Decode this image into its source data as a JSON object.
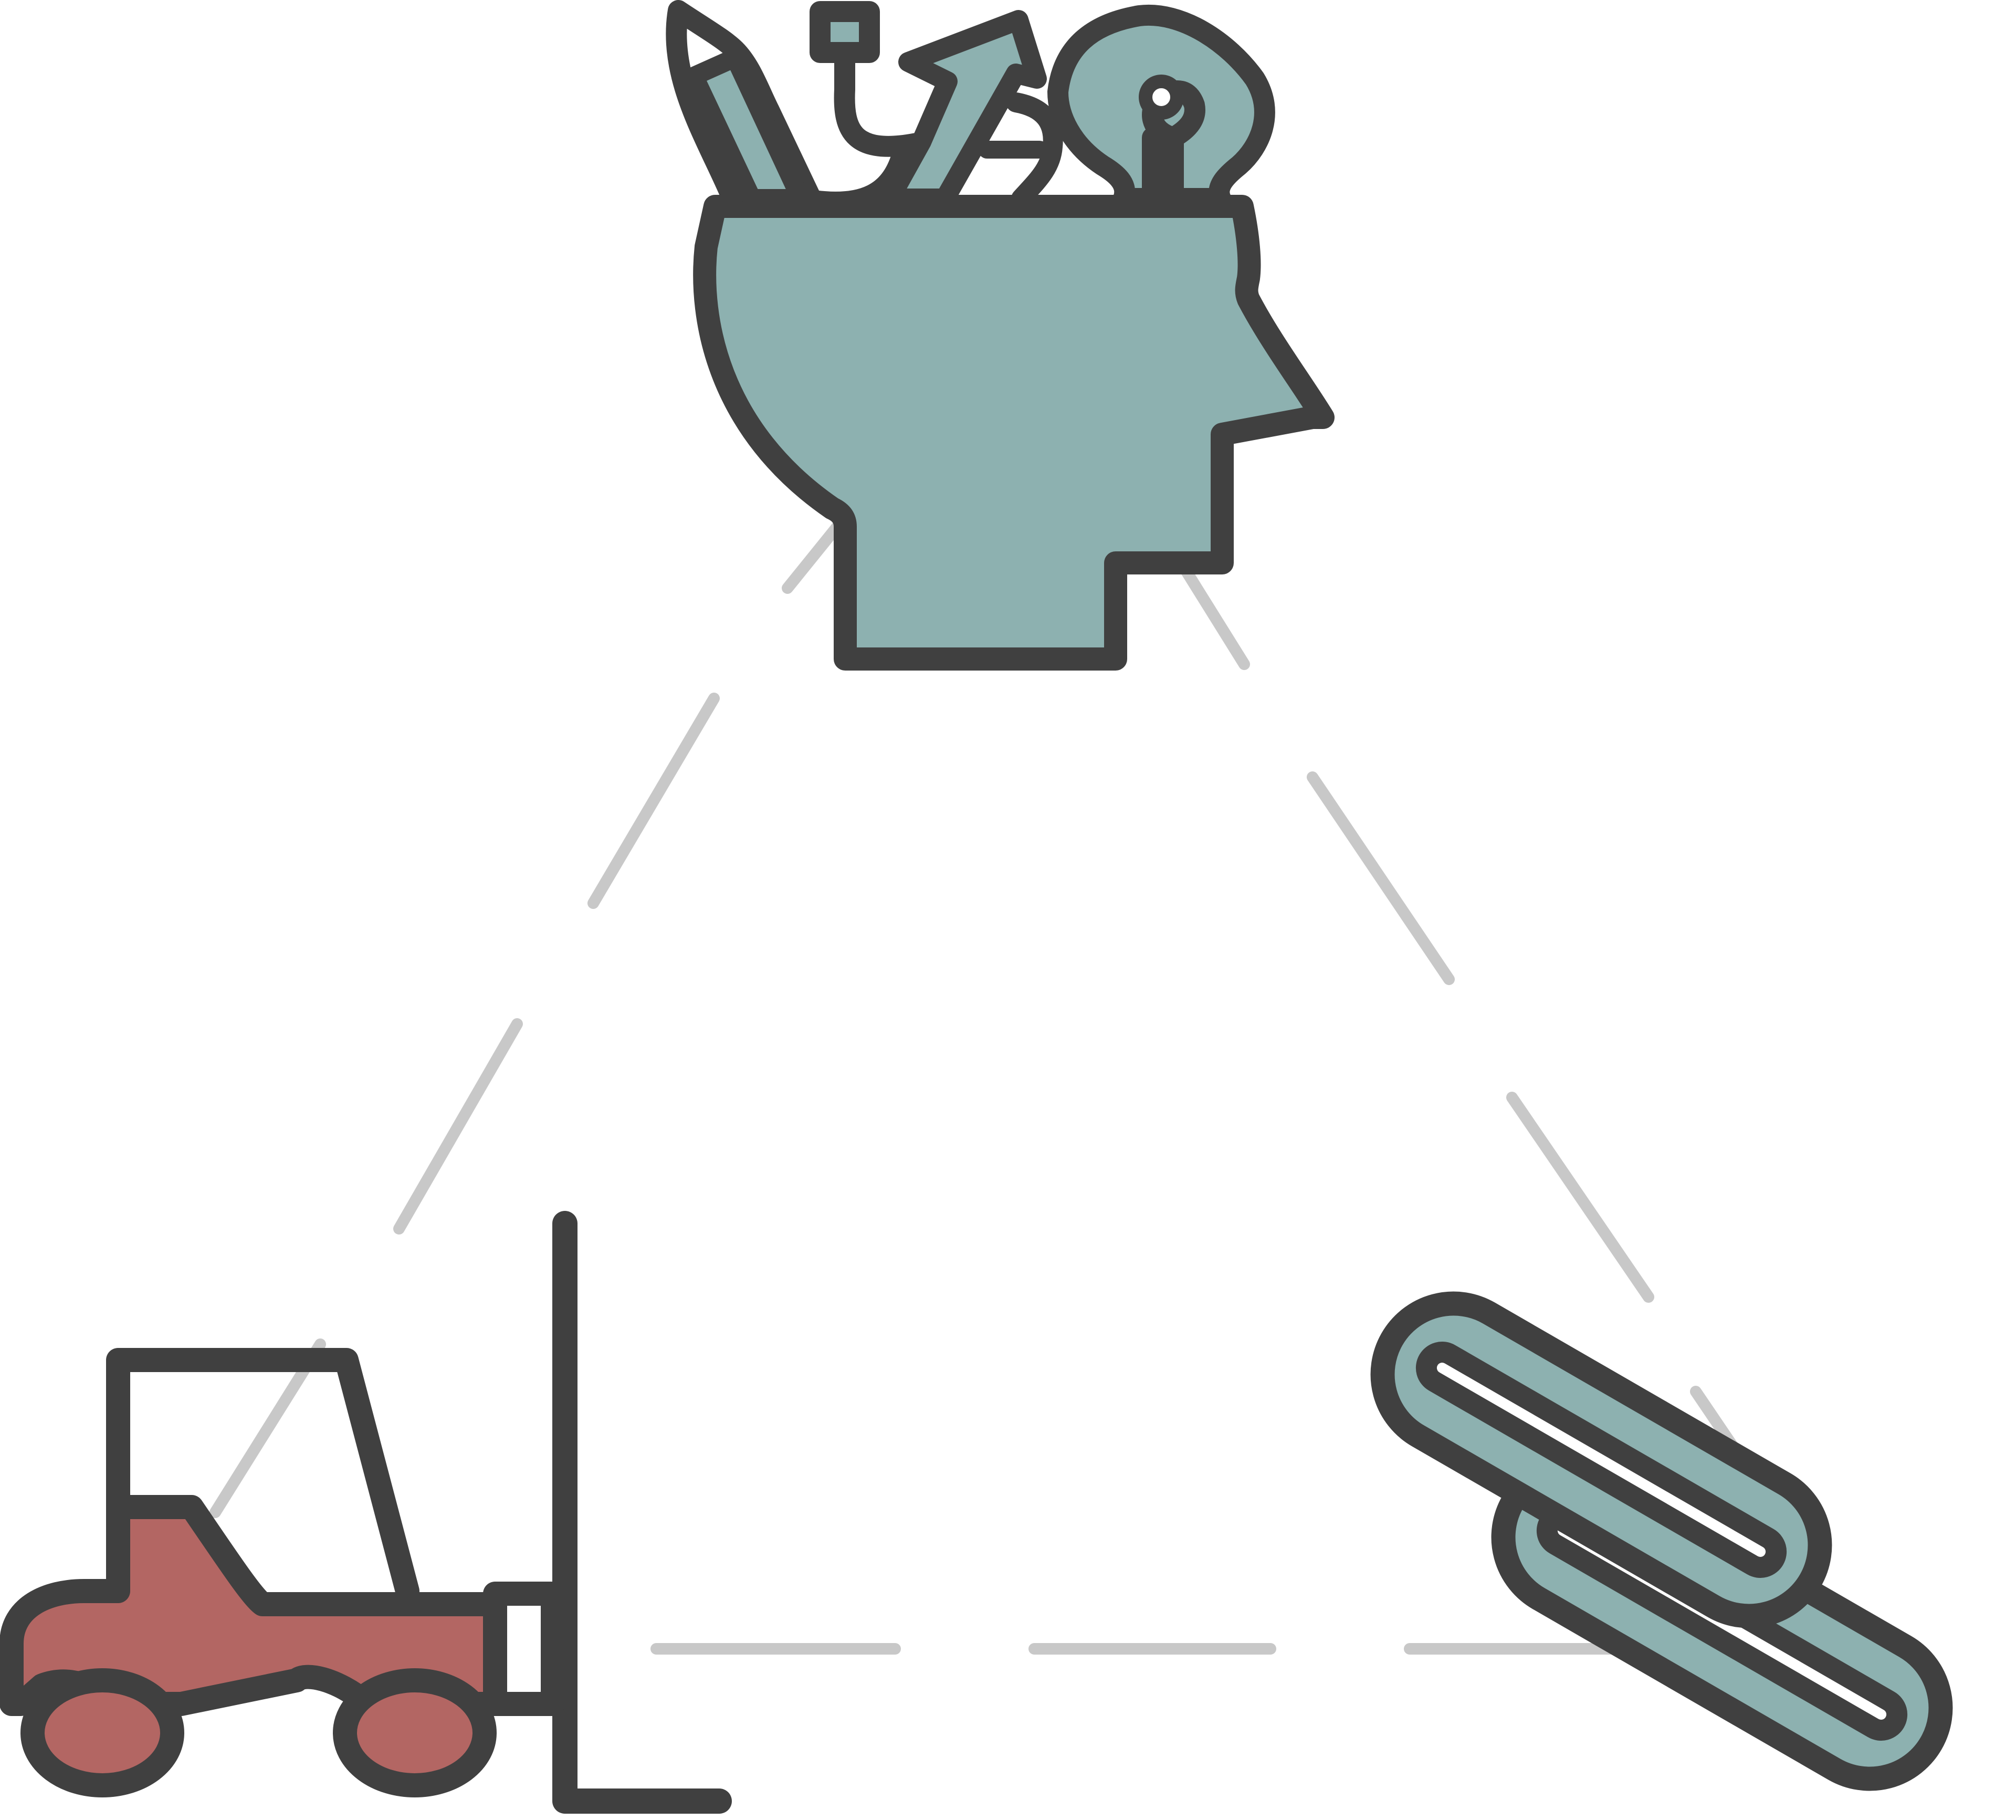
{
  "diagram": {
    "type": "triangle-cycle",
    "nodes": [
      {
        "id": "idea-head",
        "icon": "head-with-ideas-icon",
        "position": "top"
      },
      {
        "id": "forklift",
        "icon": "forklift-icon",
        "position": "bottom-left"
      },
      {
        "id": "chain-link",
        "icon": "chain-link-icon",
        "position": "bottom-right"
      }
    ],
    "edges": [
      {
        "from": "idea-head",
        "to": "forklift",
        "style": "dashed-sketch"
      },
      {
        "from": "idea-head",
        "to": "chain-link",
        "style": "dashed-sketch"
      },
      {
        "from": "forklift",
        "to": "chain-link",
        "style": "dashed-sketch"
      }
    ]
  },
  "colors": {
    "background": "#ffffff",
    "outline": "#404040",
    "teal": "#8db1b0",
    "red": "#b36663",
    "connector": "#c8c8c8"
  }
}
